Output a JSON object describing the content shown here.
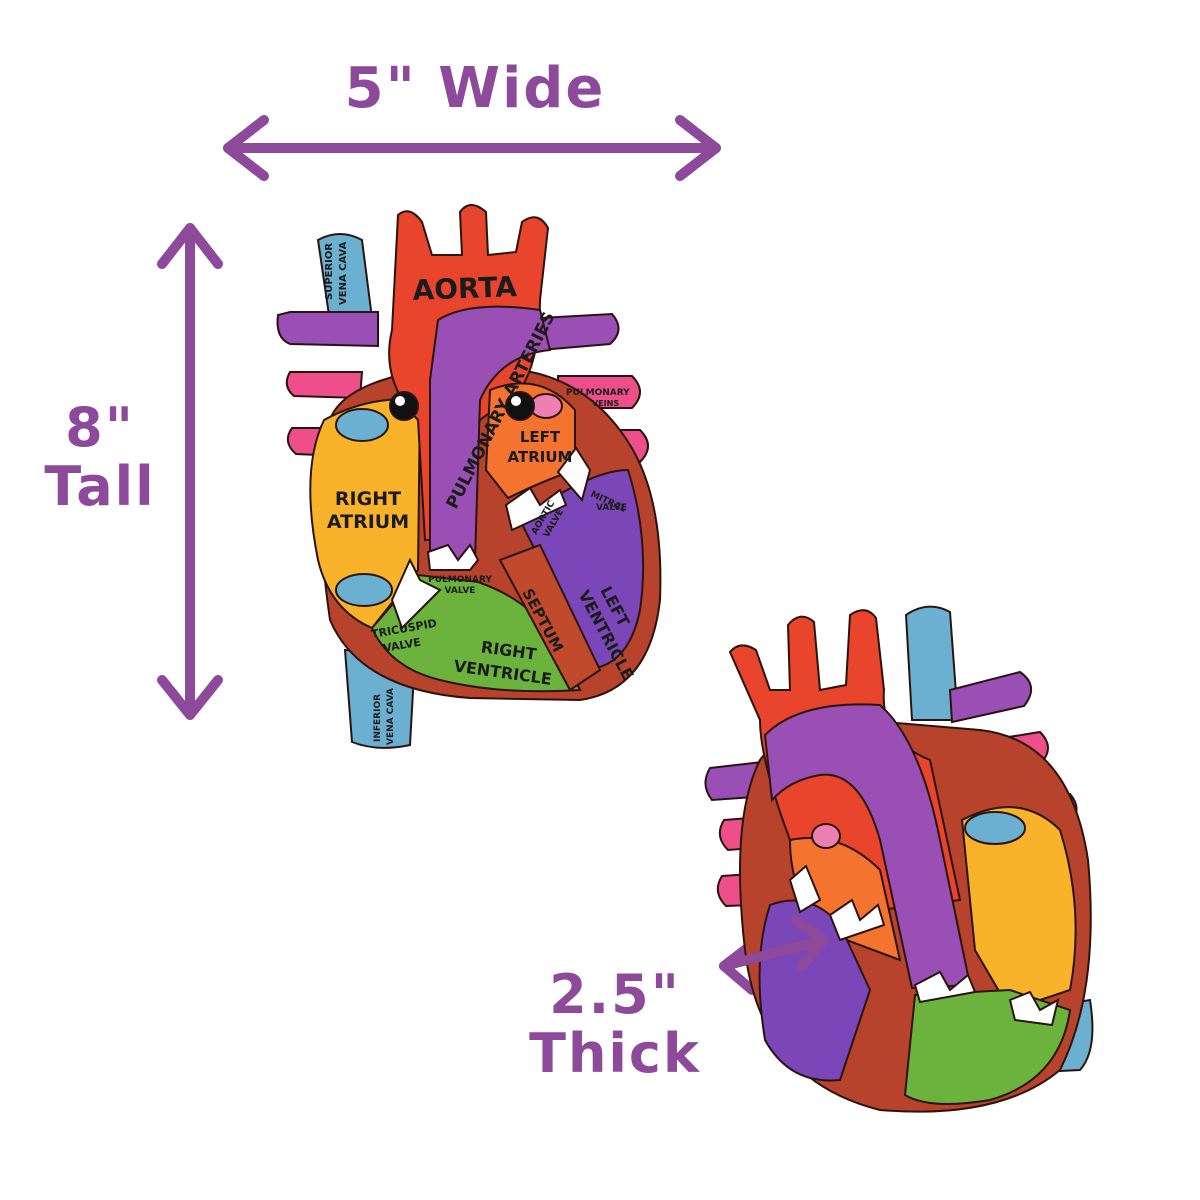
{
  "dimensions": {
    "wide": "5\" Wide",
    "tall_value": "8\"",
    "tall_unit": "Tall",
    "thick_value": "2.5\"",
    "thick_unit": "Thick"
  },
  "heart_labels": {
    "aorta": "AORTA",
    "superior_vena_cava_1": "SUPERIOR",
    "superior_vena_cava_2": "VENA CAVA",
    "pulmonary_arteries": "PULMONARY ARTERIES",
    "pulmonary_veins_1": "PULMONARY",
    "pulmonary_veins_2": "VEINS",
    "left_atrium_1": "LEFT",
    "left_atrium_2": "ATRIUM",
    "right_atrium_1": "RIGHT",
    "right_atrium_2": "ATRIUM",
    "mitral_valve_1": "MITRAL",
    "mitral_valve_2": "VALVE",
    "aortic_valve_1": "AORTIC",
    "aortic_valve_2": "VALVE",
    "pulmonary_valve_1": "PULMONARY",
    "pulmonary_valve_2": "VALVE",
    "tricuspid_valve_1": "TRICUSPID",
    "tricuspid_valve_2": "VALVE",
    "septum": "SEPTUM",
    "left_ventricle_1": "LEFT",
    "left_ventricle_2": "VENTRICLE",
    "right_ventricle_1": "RIGHT",
    "right_ventricle_2": "VENTRICLE",
    "inferior_vena_cava_1": "INFERIOR",
    "inferior_vena_cava_2": "VENA CAVA"
  },
  "colors": {
    "accent_purple": "#8e4a9a",
    "aorta_red": "#e8452c",
    "pulmonary_purple": "#9a4fb5",
    "right_atrium_yellow": "#f8b32a",
    "left_ventricle_violet": "#7b46b8",
    "right_ventricle_green": "#6cb33e",
    "muscle_brown": "#b8432c",
    "vein_pink": "#ee4f8b",
    "vena_cava_blue": "#6bb0d0"
  }
}
